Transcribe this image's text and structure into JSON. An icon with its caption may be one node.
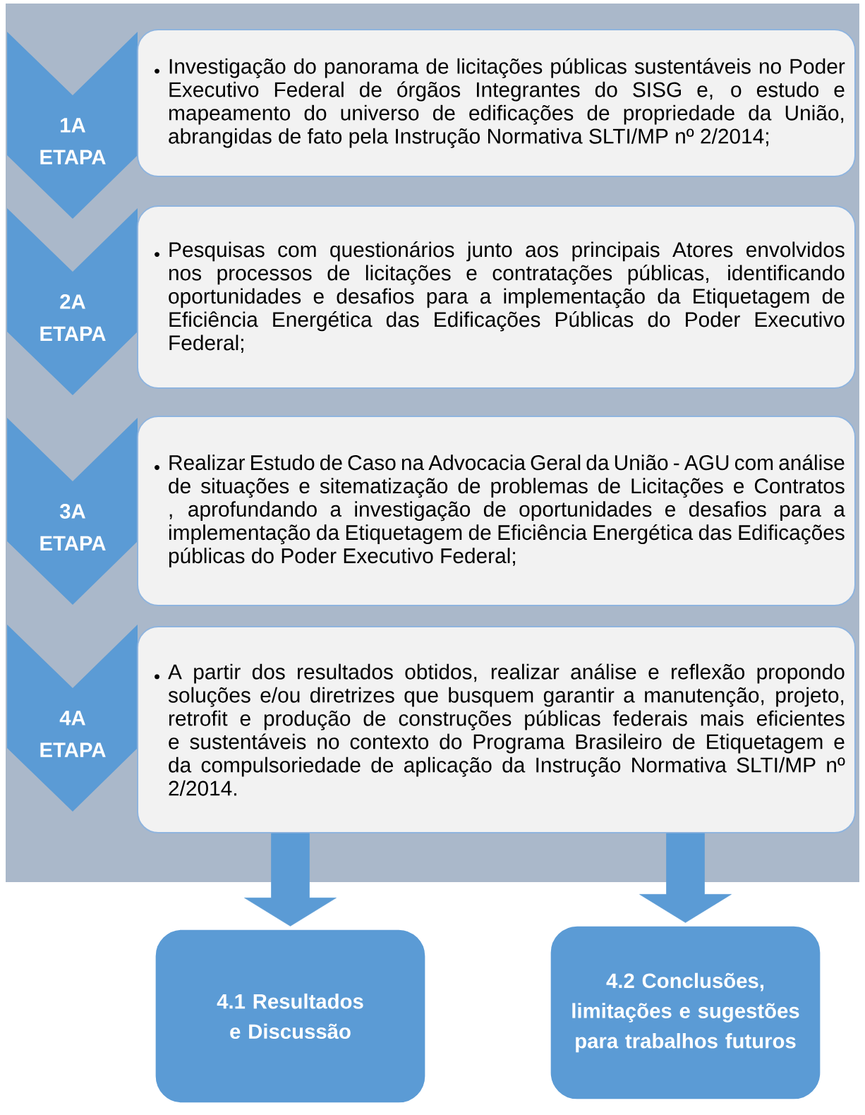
{
  "diagram": {
    "nodes": [
      {
        "text": [
          "1A ETAPA"
        ]
      },
      {
        "text": [
          "Investigação do panorama de licitações públicas sustentáveis no Poder Executivo Federal de órgãos Integrantes do SISG e, o estudo e mapeamento do universo de edificações de propriedade da União, abrangidas de fato pela Instrução Normativa SLTI/MP nº 2/2014;"
        ]
      },
      {
        "text": [
          "2A ETAPA"
        ]
      },
      {
        "text": [
          "Pesquisas com questionários junto aos principais Atores envolvidos nos processos de licitações e contratações públicas, identificando oportunidades e desafios para a implementação da Etiquetagem de Eficiência Energética das Edificações Públicas do Poder Executivo Federal;"
        ]
      },
      {
        "text": [
          "3A ETAPA"
        ]
      },
      {
        "text": [
          "Realizar Estudo de Caso na Advocacia Geral da União - AGU com análise de situações e sitematização de problemas de Licitações e Contratos , aprofundando a investigação de oportunidades e desafios para a implementação da Etiquetagem de Eficiência Energética das Edificações públicas do Poder Executivo Federal;"
        ]
      },
      {
        "text": [
          "4A ETAPA"
        ]
      },
      {
        "text": [
          "A partir dos resultados obtidos, realizar análise e reflexão propondo soluções e/ou diretrizes que busquem garantir a manutenção, projeto, retrofit e produção de construções públicas federais mais eficientes e sustentáveis no contexto do Programa Brasileiro de Etiquetagem e da compulsoriedade de aplicação da Instrução Normativa SLTI/MP nº 2/2014."
        ]
      },
      {
        "text": [
          "4.1 Resultados e Discussão"
        ]
      },
      {
        "text": [
          "4.2 Conclusões, limitações e sugestões para trabalhos futuros"
        ]
      }
    ],
    "edges": [
      {
        "from": 7,
        "to": 8,
        "arrow": "to"
      },
      {
        "from": 7,
        "to": 9,
        "arrow": "to"
      }
    ]
  }
}
